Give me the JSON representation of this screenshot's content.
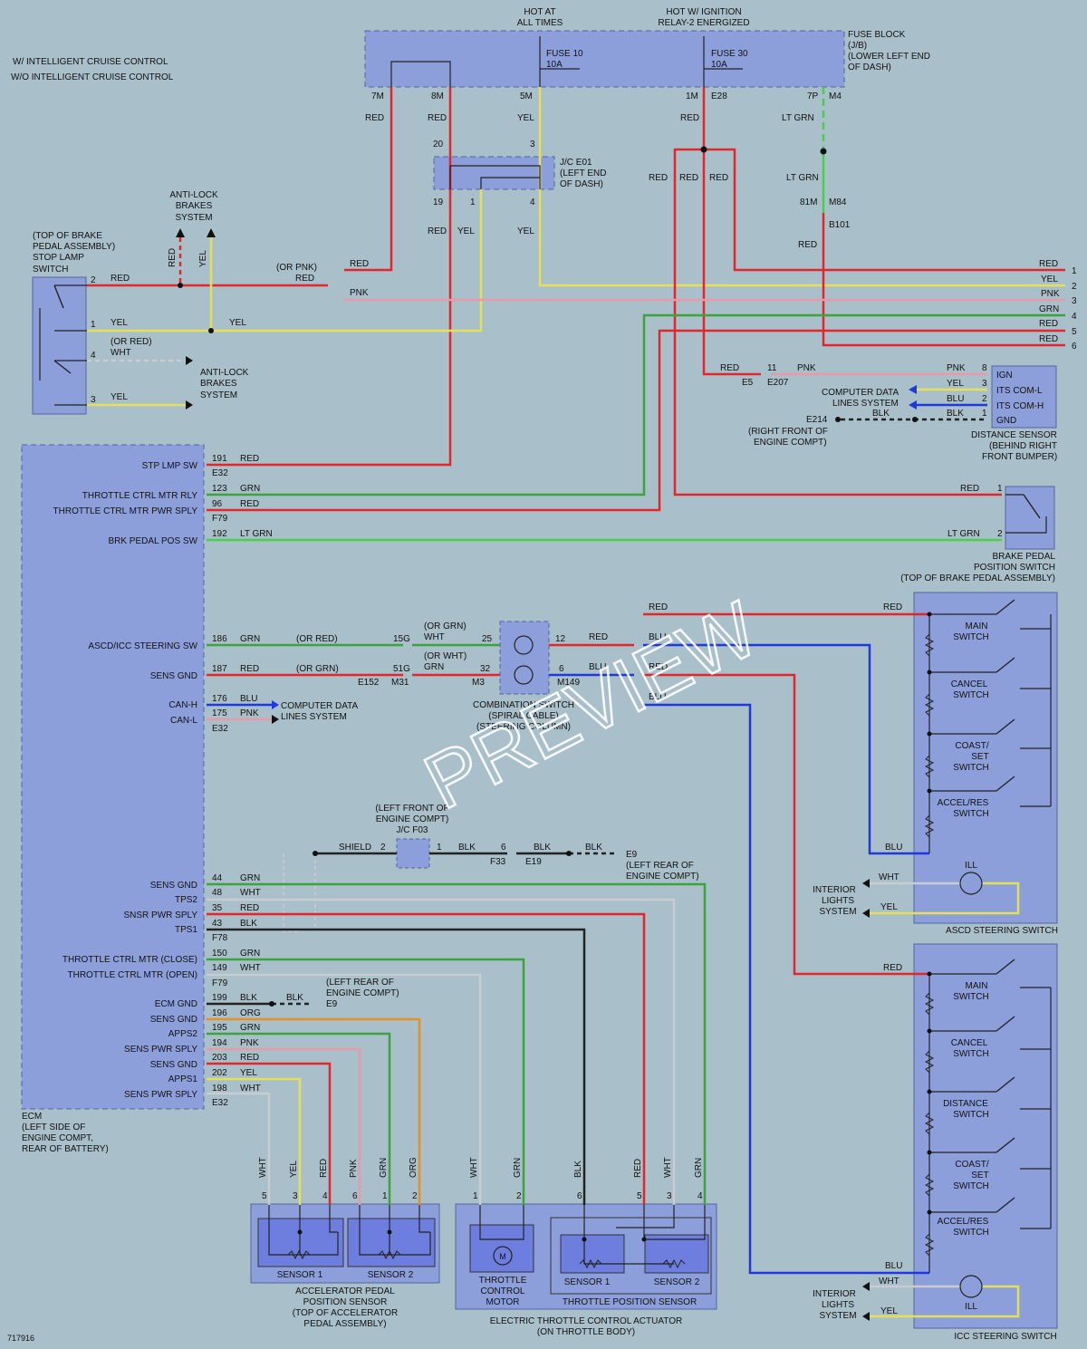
{
  "top": {
    "hot_all_times": [
      "HOT AT",
      "ALL TIMES"
    ],
    "hot_ignition": [
      "HOT W/ IGNITION",
      "RELAY-2 ENERGIZED"
    ],
    "fuse_block": [
      "FUSE BLOCK",
      "(J/B)",
      "(LOWER LEFT END",
      "OF DASH)"
    ],
    "fuse10": [
      "FUSE 10",
      "10A"
    ],
    "fuse30": [
      "FUSE 30",
      "10A"
    ],
    "legend1": "W/ INTELLIGENT CRUISE CONTROL",
    "legend2": "W/O INTELLIGENT CRUISE CONTROL",
    "jc_e01": [
      "J/C E01",
      "(LEFT END",
      "OF DASH)"
    ]
  },
  "pins": {
    "p7m": "7M",
    "p8m": "8M",
    "p5m": "5M",
    "p1m": "1M",
    "e28": "E28",
    "p7p": "7P",
    "m4": "M4",
    "p20": "20",
    "p3": "3",
    "p19": "19",
    "p1": "1",
    "p4": "4",
    "p81m": "81M",
    "m84": "M84",
    "b101": "B101"
  },
  "wires": {
    "red": "RED",
    "yel": "YEL",
    "ltgrn": "LT GRN",
    "pnk": "PNK",
    "grn": "GRN",
    "wht": "WHT",
    "blk": "BLK",
    "blu": "BLU",
    "org": "ORG",
    "shield": "SHIELD",
    "or_pnk": "(OR PNK)",
    "or_red": "(OR RED)",
    "or_grn": "(OR GRN)",
    "or_wht": "(OR WHT)"
  },
  "abs_top": [
    "ANTI-LOCK",
    "BRAKES",
    "SYSTEM"
  ],
  "abs_mid": [
    "ANTI-LOCK",
    "BRAKES",
    "SYSTEM"
  ],
  "stop_lamp": [
    "(TOP OF BRAKE",
    "PEDAL ASSEMBLY)",
    "STOP LAMP",
    "SWITCH"
  ],
  "right_numbers": [
    "1",
    "2",
    "3",
    "4",
    "5",
    "6"
  ],
  "right_wire_labels": [
    "RED",
    "YEL",
    "PNK",
    "GRN",
    "RED",
    "RED"
  ],
  "distance_sensor": {
    "pins": [
      "IGN",
      "ITS COM-L",
      "ITS COM-H",
      "GND"
    ],
    "caption": [
      "DISTANCE SENSOR",
      "(BEHIND RIGHT",
      "FRONT BUMPER)"
    ],
    "e214": "E214",
    "e214_loc": [
      "(RIGHT FRONT OF",
      "ENGINE COMPT)"
    ],
    "cdl": [
      "COMPUTER DATA",
      "LINES SYSTEM"
    ],
    "e5": "E5",
    "e207": "E207",
    "n11": "11",
    "n8": "8",
    "n3": "3",
    "n2": "2",
    "n1": "1"
  },
  "ecm": {
    "labels_top": [
      "STP LMP SW",
      "THROTTLE CTRL MTR RLY",
      "THROTTLE CTRL MTR PWR SPLY",
      "BRK PEDAL POS SW",
      "ASCD/ICC STEERING SW",
      "SENS GND",
      "CAN-H",
      "CAN-L"
    ],
    "pins_top": [
      "191",
      "123",
      "96",
      "192",
      "186",
      "187",
      "176",
      "175"
    ],
    "connectors_top": [
      "E32",
      "F79",
      "E32"
    ],
    "labels_bottom": [
      "SENS GND",
      "TPS2",
      "SNSR PWR SPLY",
      "TPS1",
      "THROTTLE CTRL MTR (CLOSE)",
      "THROTTLE CTRL MTR (OPEN)",
      "ECM GND",
      "SENS GND",
      "APPS2",
      "SENS PWR SPLY",
      "SENS GND",
      "APPS1",
      "SENS PWR SPLY"
    ],
    "pins_bottom": [
      "44",
      "48",
      "35",
      "43",
      "150",
      "149",
      "199",
      "196",
      "195",
      "194",
      "203",
      "202",
      "198"
    ],
    "connectors_bottom": [
      "F78",
      "F79",
      "E32"
    ],
    "caption": [
      "ECM",
      "(LEFT SIDE OF",
      "ENGINE COMPT,",
      "REAR OF BATTERY)"
    ]
  },
  "brake_pos": {
    "caption": [
      "BRAKE PEDAL",
      "POSITION SWITCH",
      "(TOP OF BRAKE PEDAL ASSEMBLY)"
    ]
  },
  "combo": {
    "caption": [
      "COMBINATION SWITCH",
      "(SPIRAL CABLE)",
      "(STEERING COLUMN)"
    ],
    "pins": [
      "15G",
      "51G",
      "25",
      "32",
      "12",
      "6"
    ],
    "conns": [
      "E152",
      "M31",
      "M3",
      "M149"
    ]
  },
  "cdl2": [
    "COMPUTER DATA",
    "LINES SYSTEM"
  ],
  "ascd": {
    "switches": [
      "MAIN",
      "SWITCH",
      "CANCEL",
      "SWITCH",
      "COAST/",
      "SET",
      "SWITCH",
      "ACCEL/RES",
      "SWITCH"
    ],
    "ill": "ILL",
    "caption": "ASCD STEERING SWITCH"
  },
  "icc": {
    "switches": [
      "MAIN",
      "SWITCH",
      "CANCEL",
      "SWITCH",
      "DISTANCE",
      "SWITCH",
      "COAST/",
      "SET",
      "SWITCH",
      "ACCEL/RES",
      "SWITCH"
    ],
    "ill": "ILL",
    "caption": "ICC STEERING SWITCH"
  },
  "interior": [
    "INTERIOR",
    "LIGHTS",
    "SYSTEM"
  ],
  "jcf03": [
    "(LEFT FRONT OF",
    "ENGINE COMPT)",
    "J/C F03"
  ],
  "ground_e9_1": [
    "E9",
    "(LEFT REAR OF",
    "ENGINE COMPT)"
  ],
  "ground_e9_2": [
    "(LEFT REAR OF",
    "ENGINE COMPT)",
    "E9"
  ],
  "f33": "F33",
  "e19": "E19",
  "app": {
    "s1": "SENSOR 1",
    "s2": "SENSOR 2",
    "caption": [
      "ACCELERATOR PEDAL",
      "POSITION SENSOR",
      "(TOP OF ACCELERATOR",
      "PEDAL ASSEMBLY)"
    ],
    "pins": [
      "5",
      "3",
      "4",
      "6",
      "1",
      "2"
    ],
    "wires": [
      "WHT",
      "YEL",
      "RED",
      "PNK",
      "GRN",
      "ORG"
    ]
  },
  "etc": {
    "motor": [
      "THROTTLE",
      "CONTROL",
      "MOTOR"
    ],
    "tps1": "SENSOR 1",
    "tps2": "SENSOR 2",
    "tps_caption": "THROTTLE POSITION SENSOR",
    "caption": [
      "ELECTRIC THROTTLE CONTROL ACTUATOR",
      "(ON THROTTLE BODY)"
    ],
    "pins": [
      "1",
      "2",
      "6",
      "5",
      "3",
      "4"
    ],
    "wires": [
      "WHT",
      "GRN",
      "BLK",
      "RED",
      "WHT",
      "GRN"
    ]
  },
  "diagram_id": "717916",
  "watermark": "PREVIEW",
  "colors": {
    "bg": "#a9bfc9",
    "box": "#8d9fdb",
    "red": "#e3262b",
    "yel": "#e4e05a",
    "grn": "#3ea33e",
    "ltgrn": "#49d04a",
    "blu": "#2038e0",
    "pnk": "#e89aa8",
    "wht": "#c9ccd1",
    "blk": "#222222",
    "org": "#e88f28"
  }
}
